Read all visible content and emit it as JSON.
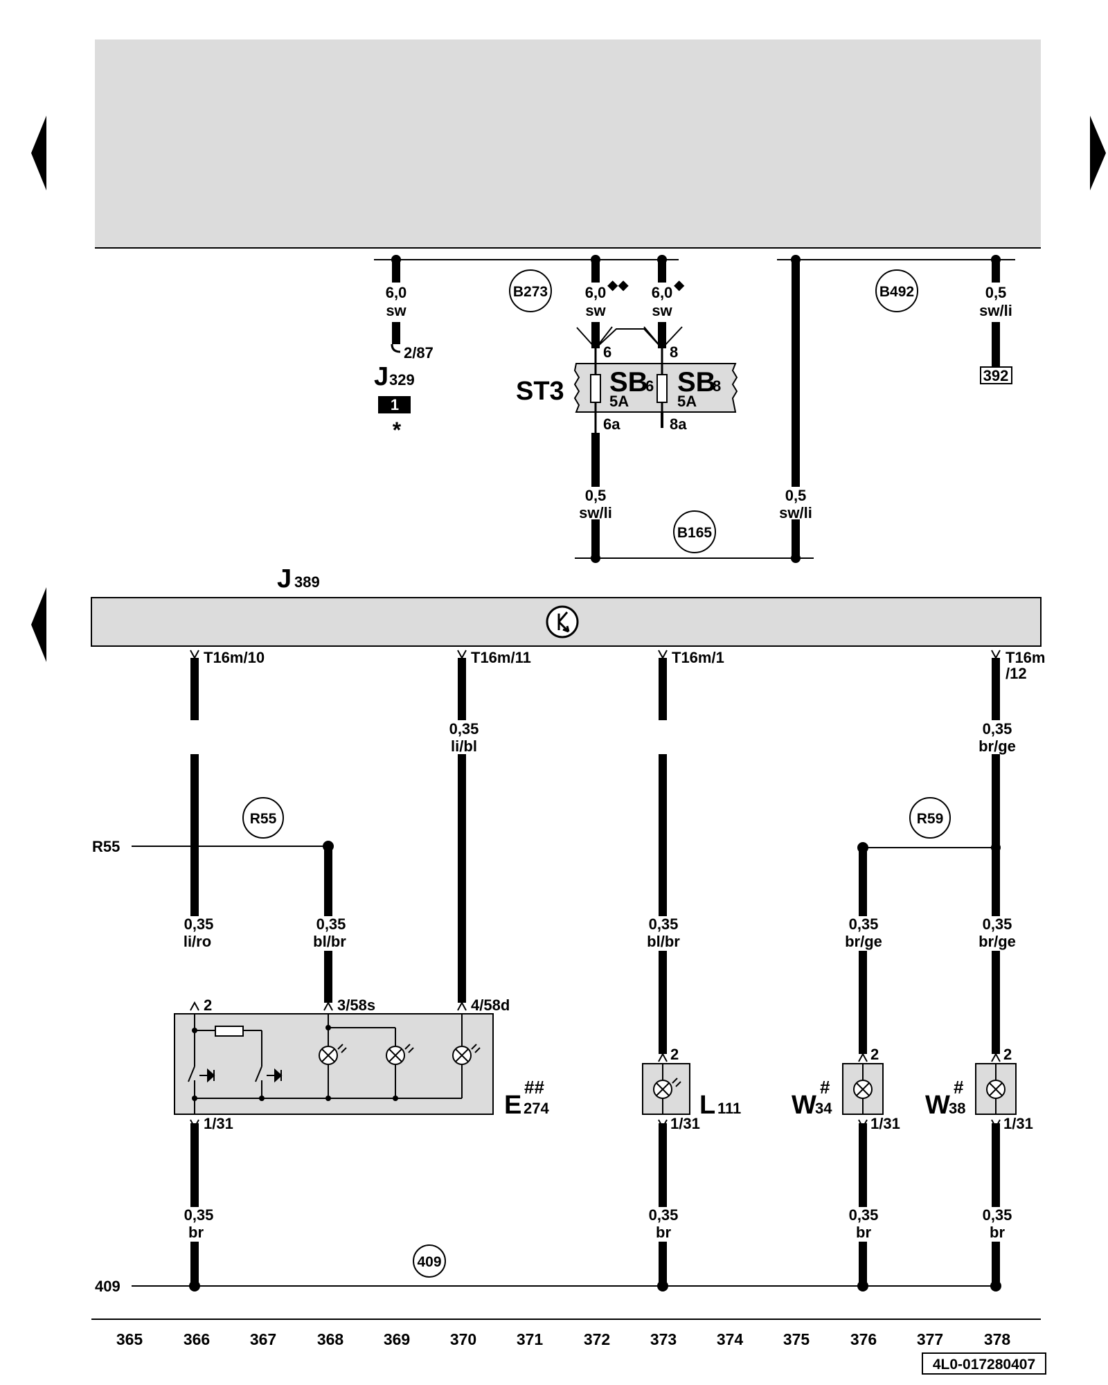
{
  "wires": {
    "w_j329": [
      "6,0",
      "sw"
    ],
    "w_sb6_in": [
      "6,0",
      "sw"
    ],
    "w_sb8_in": [
      "6,0",
      "sw"
    ],
    "w_392": [
      "0,5",
      "sw/li"
    ],
    "w_sb6_out": [
      "0,5",
      "sw/li"
    ],
    "w_b165_right": [
      "0,5",
      "sw/li"
    ],
    "w_t10": [
      "0,35",
      "li/ro"
    ],
    "w_t11": [
      "0,35",
      "li/bl"
    ],
    "w_t1": [
      "0,35",
      "bl/br"
    ],
    "w_t12": [
      "0,35",
      "br/ge"
    ],
    "w_r55": [
      "0,35",
      "bl/br"
    ],
    "w_w34": [
      "0,35",
      "br/ge"
    ],
    "w_w38": [
      "0,35",
      "br/ge"
    ],
    "w_g366": [
      "0,35",
      "br"
    ],
    "w_g373": [
      "0,35",
      "br"
    ],
    "w_g376": [
      "0,35",
      "br"
    ],
    "w_g378": [
      "0,35",
      "br"
    ]
  },
  "markers": {
    "diamonds_double": "◆◆",
    "diamond_single": "◆",
    "asterisk": "*"
  },
  "connections": {
    "B273": "B273",
    "B492": "B492",
    "B165": "B165",
    "R55": "R55",
    "R59": "R59",
    "c409": "409"
  },
  "continuations": {
    "r55_left": "R55",
    "ground_409_left": "409",
    "ref_392": "392"
  },
  "components": {
    "J329": {
      "letter": "J",
      "sub": "329",
      "pin": "2/87",
      "relay_box": "1"
    },
    "ST3": {
      "name": "ST3"
    },
    "SB6": {
      "letter": "SB",
      "sub": "6",
      "rating": "5A",
      "pin_in": "6",
      "pin_out": "6a"
    },
    "SB8": {
      "letter": "SB",
      "sub": "8",
      "rating": "5A",
      "pin_in": "8",
      "pin_out": "8a"
    },
    "J389": {
      "letter": "J",
      "sub": "389"
    },
    "E274": {
      "letter": "E",
      "sub": "274",
      "sup": "##",
      "pin_2": "2",
      "pin_3": "3/58s",
      "pin_4": "4/58d",
      "pin_ground": "1/31"
    },
    "L111": {
      "letter": "L",
      "sub": "111",
      "pin_top": "2",
      "pin_bottom": "1/31"
    },
    "W34": {
      "letter": "W",
      "sub": "34",
      "sup": "#",
      "pin_top": "2",
      "pin_bottom": "1/31"
    },
    "W38": {
      "letter": "W",
      "sub": "38",
      "sup": "#",
      "pin_top": "2",
      "pin_bottom": "1/31"
    }
  },
  "terminals": {
    "t16m_10": "T16m/10",
    "t16m_11": "T16m/11",
    "t16m_1": "T16m/1",
    "t16m_12_a": "T16m",
    "t16m_12_b": "/12"
  },
  "grid_numbers": [
    "365",
    "366",
    "367",
    "368",
    "369",
    "370",
    "371",
    "372",
    "373",
    "374",
    "375",
    "376",
    "377",
    "378"
  ],
  "document_id": "4L0-017280407"
}
